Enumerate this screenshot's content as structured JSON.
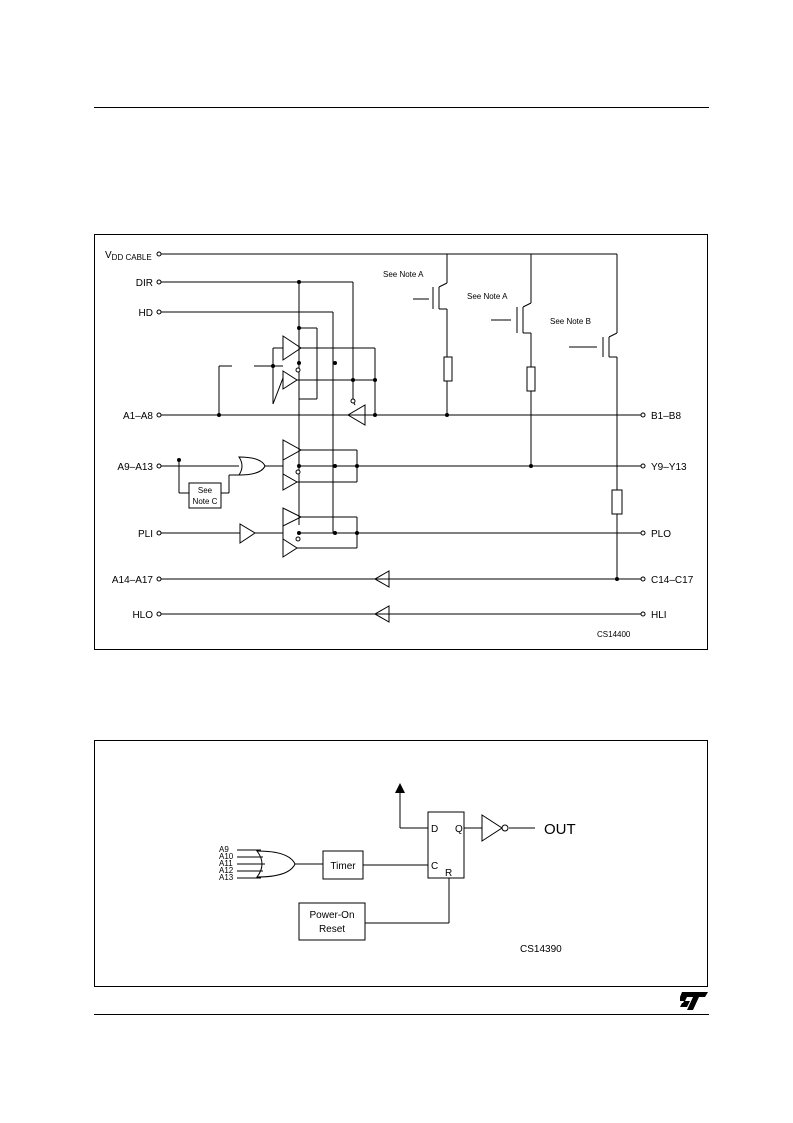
{
  "diagram1": {
    "inputs": {
      "vdd": "V",
      "vdd_sub": "DD CABLE",
      "dir": "DIR",
      "hd": "HD",
      "a1_a8": "A1–A8",
      "a9_a13": "A9–A13",
      "pli": "PLI",
      "a14_a17": "A14–A17",
      "hlo": "HLO"
    },
    "outputs": {
      "b1_b8": "B1–B8",
      "y9_y13": "Y9–Y13",
      "plo": "PLO",
      "c14_c17": "C14–C17",
      "hli": "HLI"
    },
    "notes": {
      "note_a1": "See Note A",
      "note_a2": "See Note A",
      "note_b": "See Note B",
      "note_c_line1": "See",
      "note_c_line2": "Note C"
    },
    "code": "CS14400"
  },
  "diagram2": {
    "inputs": [
      "A9",
      "A10",
      "A11",
      "A12",
      "A13"
    ],
    "timer": "Timer",
    "por_line1": "Power-On",
    "por_line2": "Reset",
    "ff": {
      "d": "D",
      "q": "Q",
      "c": "C",
      "r": "R"
    },
    "out": "OUT",
    "code": "CS14390"
  }
}
